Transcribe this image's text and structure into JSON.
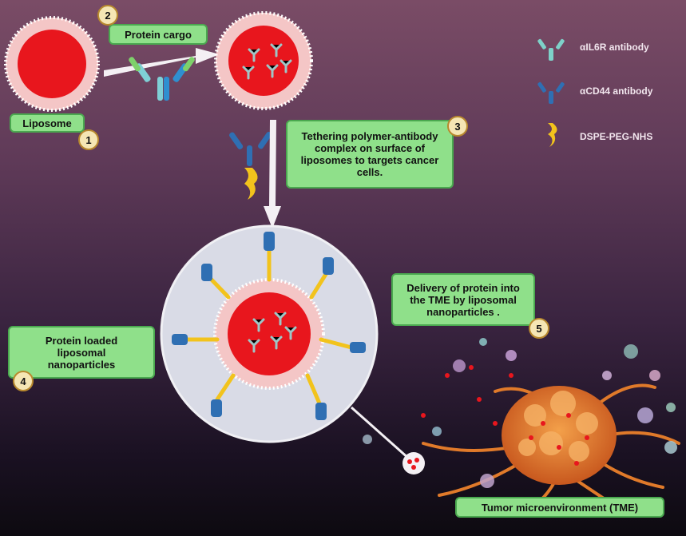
{
  "steps": [
    {
      "number": "1",
      "label": "Liposome"
    },
    {
      "number": "2",
      "label": "Protein cargo"
    },
    {
      "number": "3",
      "label": "Tethering polymer-antibody complex on surface of liposomes to targets cancer cells."
    },
    {
      "number": "4",
      "label": "Protein loaded liposomal nanoparticles"
    },
    {
      "number": "5",
      "label": "Delivery of protein into the TME by liposomal nanoparticles ."
    }
  ],
  "legend": [
    {
      "label": "αIL6R antibody",
      "icon": "il6r-antibody-icon",
      "color": "#7ed1c9"
    },
    {
      "label": "αCD44 antibody",
      "icon": "cd44-antibody-icon",
      "color": "#2f6fb3"
    },
    {
      "label": "DSPE-PEG-NHS",
      "icon": "dspe-peg-nhs-icon",
      "color": "#f2c31c"
    }
  ],
  "tme_label": "Tumor microenvironment (TME)",
  "colors": {
    "liposome": "#e8161d",
    "membrane": "#f4c6c6",
    "box": "#8fe08a",
    "badge": "#f5e6b4"
  }
}
